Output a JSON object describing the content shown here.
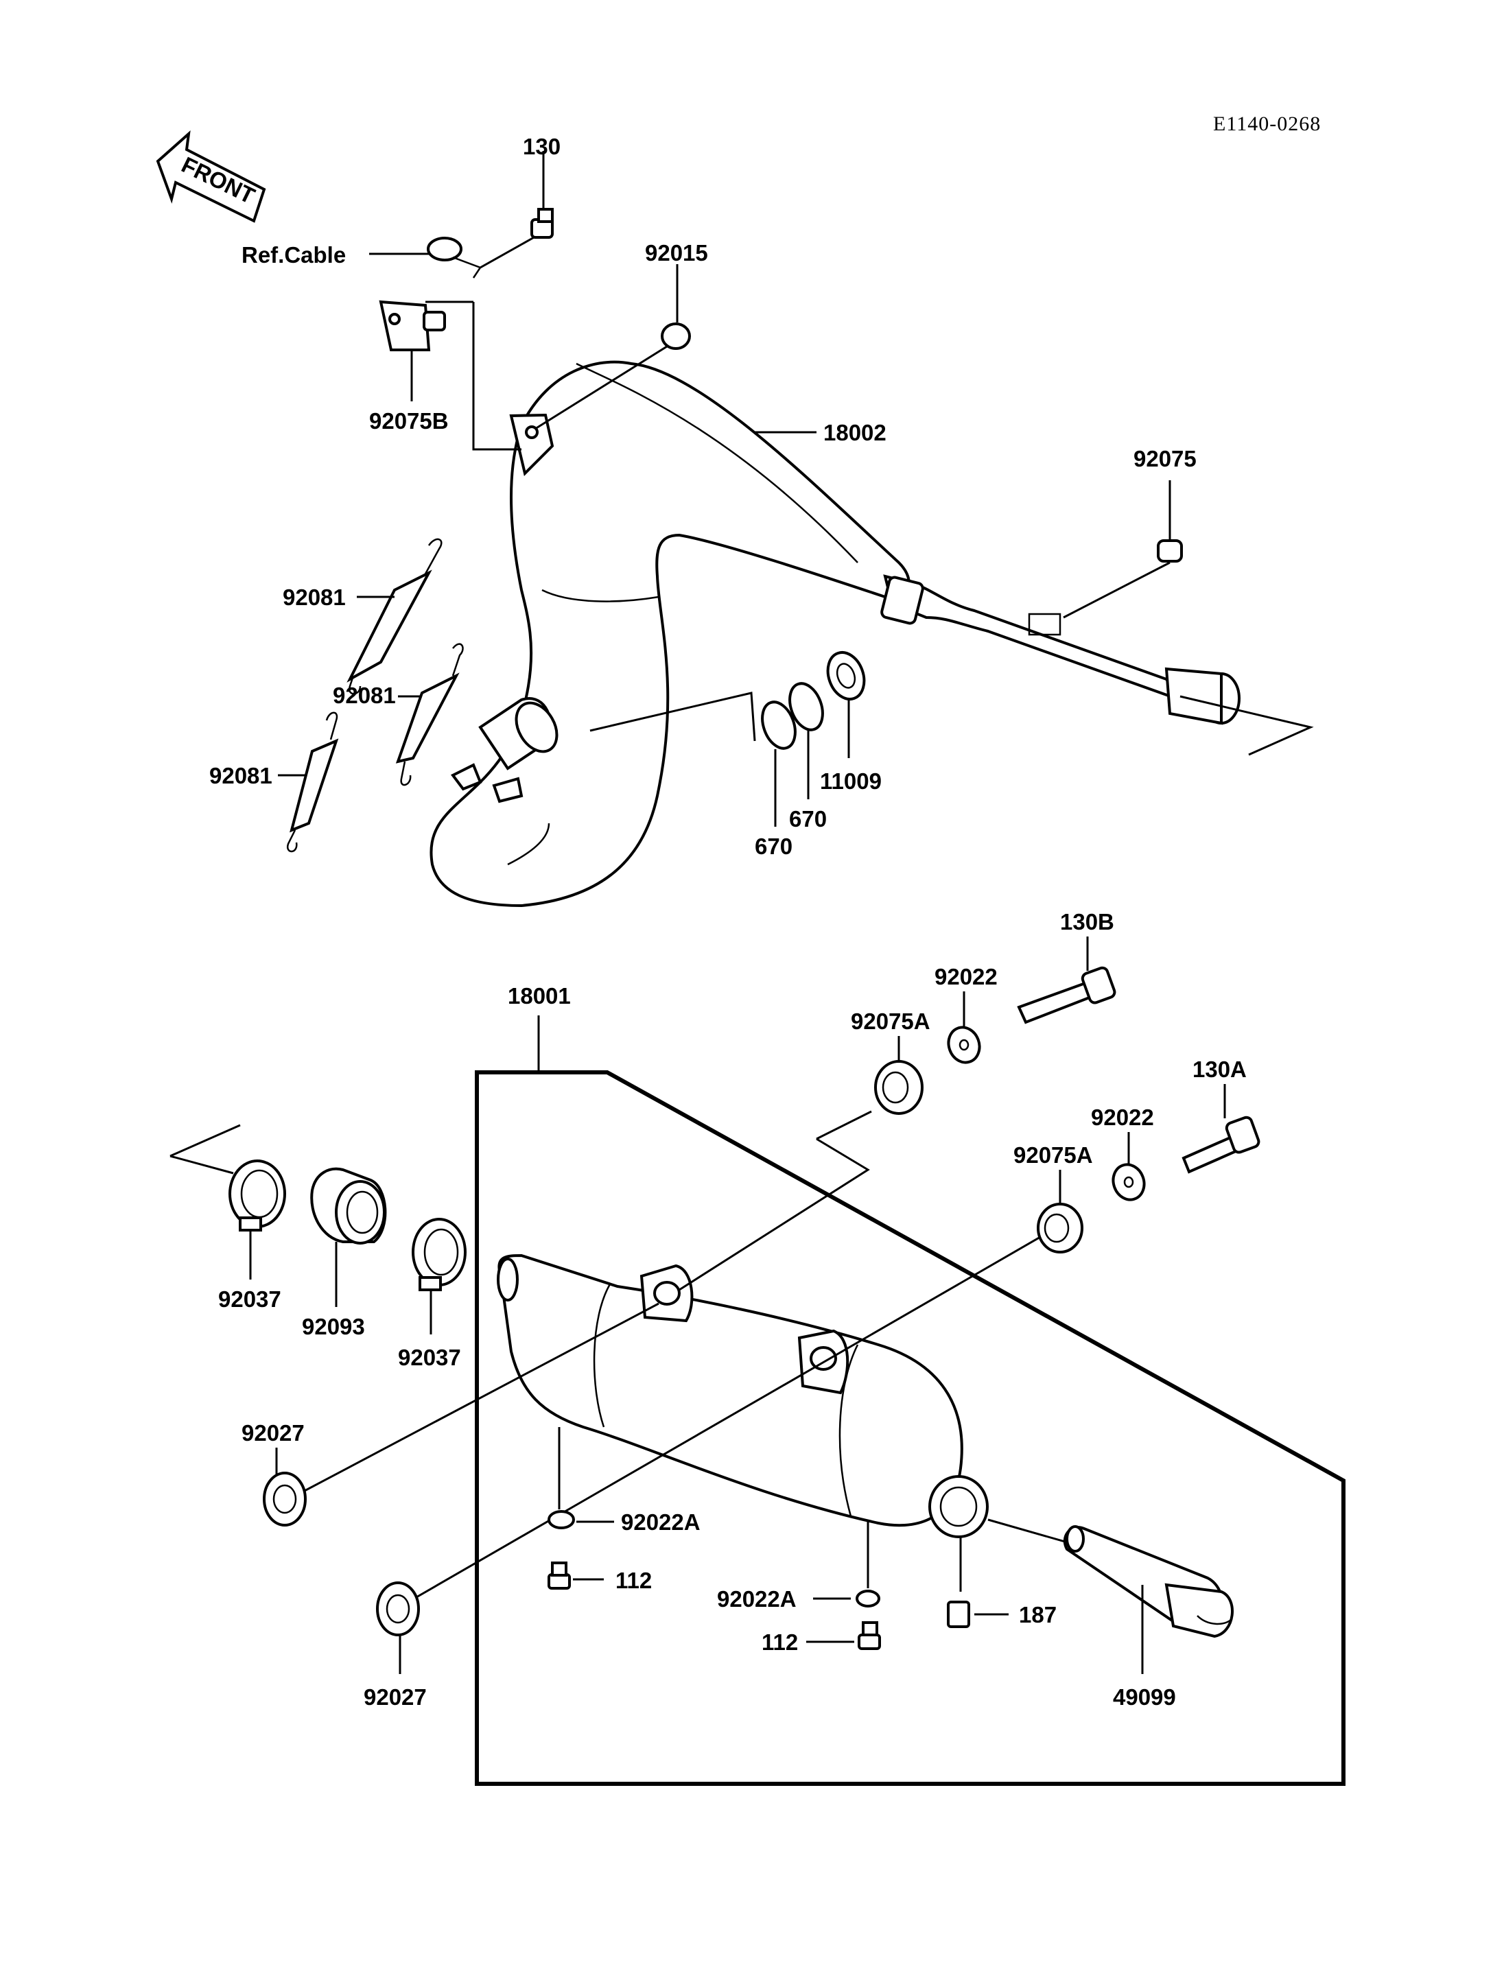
{
  "diagram_code": "E1140-0268",
  "front_arrow": "FRONT",
  "labels": {
    "p130": "130",
    "ref_cable": "Ref.Cable",
    "p92015": "92015",
    "p92075b": "92075B",
    "p18002": "18002",
    "p92075": "92075",
    "p92081_a": "92081",
    "p92081_b": "92081",
    "p92081_c": "92081",
    "p11009": "11009",
    "p670_a": "670",
    "p670_b": "670",
    "p130b": "130B",
    "p92022_a": "92022",
    "p18001": "18001",
    "p92075a_a": "92075A",
    "p130a": "130A",
    "p92022_b": "92022",
    "p92075a_b": "92075A",
    "p92037_a": "92037",
    "p92093": "92093",
    "p92037_b": "92037",
    "p92027_a": "92027",
    "p92027_b": "92027",
    "p92022a_a": "92022A",
    "p112_a": "112",
    "p92022a_b": "92022A",
    "p112_b": "112",
    "p187": "187",
    "p49099": "49099"
  }
}
